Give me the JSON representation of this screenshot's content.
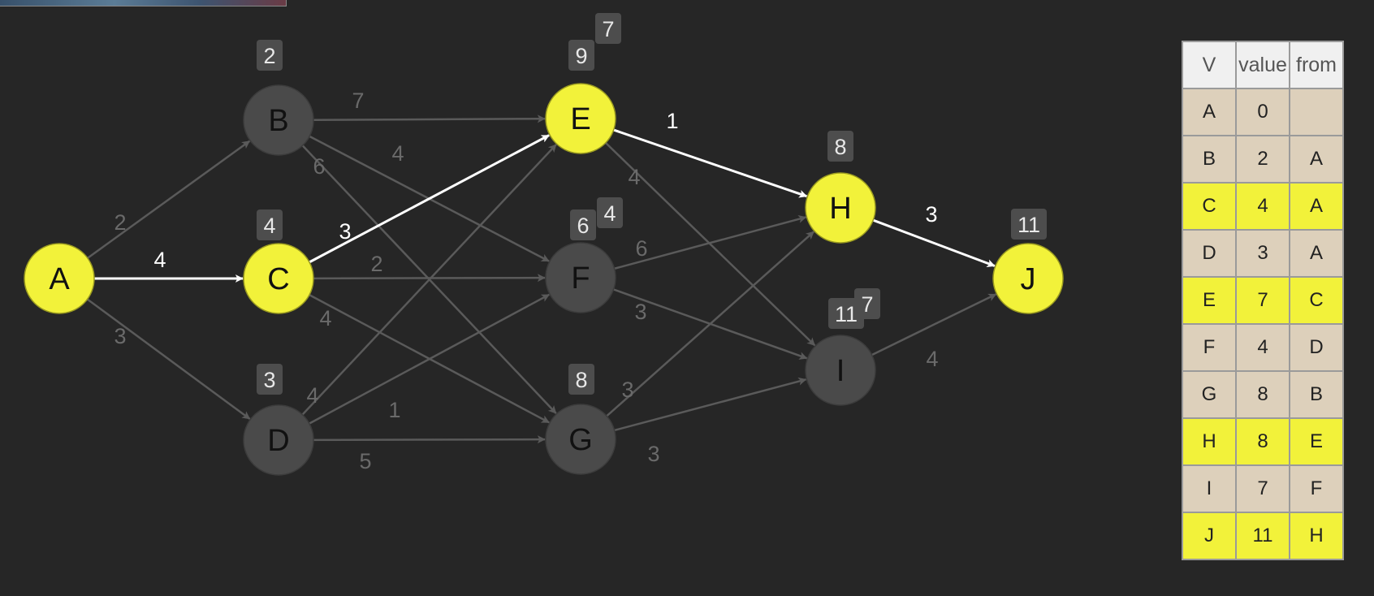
{
  "colors": {
    "background": "#262626",
    "highlight": "#f2f23a",
    "node_inactive": "#4a4a4a",
    "edge_inactive": "#5a5a5a",
    "edge_active": "#ffffff",
    "label_inactive": "#6a6a6a",
    "table_row_default": "#ddd0bb"
  },
  "nodes": [
    {
      "id": "A",
      "label": "A",
      "highlight": true,
      "badges": []
    },
    {
      "id": "B",
      "label": "B",
      "highlight": false,
      "badges": [
        "2"
      ]
    },
    {
      "id": "C",
      "label": "C",
      "highlight": true,
      "badges": [
        "4"
      ]
    },
    {
      "id": "D",
      "label": "D",
      "highlight": false,
      "badges": [
        "3"
      ]
    },
    {
      "id": "E",
      "label": "E",
      "highlight": true,
      "badges": [
        "9",
        "7"
      ]
    },
    {
      "id": "F",
      "label": "F",
      "highlight": false,
      "badges": [
        "6",
        "4"
      ]
    },
    {
      "id": "G",
      "label": "G",
      "highlight": false,
      "badges": [
        "8"
      ]
    },
    {
      "id": "H",
      "label": "H",
      "highlight": true,
      "badges": [
        "8"
      ]
    },
    {
      "id": "I",
      "label": "I",
      "highlight": false,
      "badges": [
        "11",
        "7"
      ]
    },
    {
      "id": "J",
      "label": "J",
      "highlight": true,
      "badges": [
        "11"
      ]
    }
  ],
  "edges": [
    {
      "from": "A",
      "to": "B",
      "weight": "2",
      "active": false
    },
    {
      "from": "A",
      "to": "C",
      "weight": "4",
      "active": true
    },
    {
      "from": "A",
      "to": "D",
      "weight": "3",
      "active": false
    },
    {
      "from": "B",
      "to": "E",
      "weight": "7",
      "active": false
    },
    {
      "from": "B",
      "to": "F",
      "weight": "4",
      "active": false
    },
    {
      "from": "B",
      "to": "G",
      "weight": "6",
      "active": false
    },
    {
      "from": "C",
      "to": "E",
      "weight": "3",
      "active": true
    },
    {
      "from": "C",
      "to": "F",
      "weight": "2",
      "active": false
    },
    {
      "from": "C",
      "to": "G",
      "weight": "4",
      "active": false
    },
    {
      "from": "D",
      "to": "E",
      "weight": "4",
      "active": false
    },
    {
      "from": "D",
      "to": "F",
      "weight": "1",
      "active": false
    },
    {
      "from": "D",
      "to": "G",
      "weight": "5",
      "active": false
    },
    {
      "from": "E",
      "to": "H",
      "weight": "1",
      "active": true
    },
    {
      "from": "E",
      "to": "I",
      "weight": "4",
      "active": false
    },
    {
      "from": "F",
      "to": "H",
      "weight": "6",
      "active": false
    },
    {
      "from": "F",
      "to": "I",
      "weight": "3",
      "active": false
    },
    {
      "from": "G",
      "to": "H",
      "weight": "3",
      "active": false
    },
    {
      "from": "G",
      "to": "I",
      "weight": "3",
      "active": false
    },
    {
      "from": "H",
      "to": "J",
      "weight": "3",
      "active": true
    },
    {
      "from": "I",
      "to": "J",
      "weight": "4",
      "active": false
    }
  ],
  "table": {
    "headers": [
      "V",
      "value",
      "from"
    ],
    "rows": [
      {
        "v": "A",
        "value": "0",
        "from": "",
        "highlight": false
      },
      {
        "v": "B",
        "value": "2",
        "from": "A",
        "highlight": false
      },
      {
        "v": "C",
        "value": "4",
        "from": "A",
        "highlight": true
      },
      {
        "v": "D",
        "value": "3",
        "from": "A",
        "highlight": false
      },
      {
        "v": "E",
        "value": "7",
        "from": "C",
        "highlight": true
      },
      {
        "v": "F",
        "value": "4",
        "from": "D",
        "highlight": false
      },
      {
        "v": "G",
        "value": "8",
        "from": "B",
        "highlight": false
      },
      {
        "v": "H",
        "value": "8",
        "from": "E",
        "highlight": true
      },
      {
        "v": "I",
        "value": "7",
        "from": "F",
        "highlight": false
      },
      {
        "v": "J",
        "value": "11",
        "from": "H",
        "highlight": true
      }
    ]
  }
}
